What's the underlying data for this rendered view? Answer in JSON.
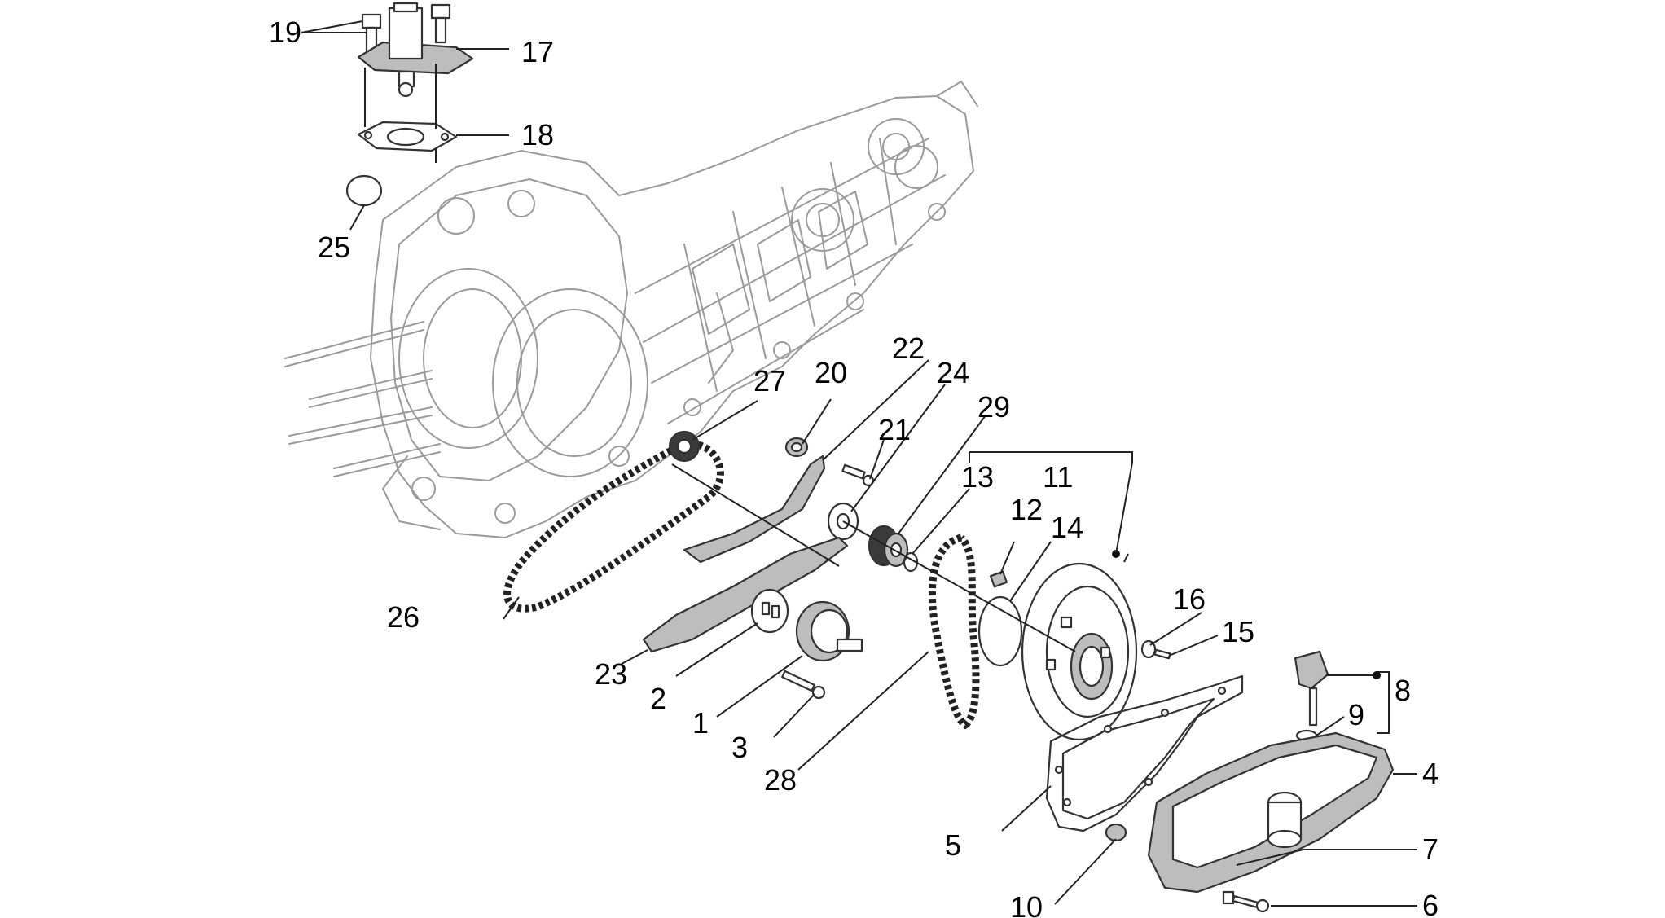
{
  "callouts": [
    {
      "id": "p19",
      "text": "19"
    },
    {
      "id": "p17",
      "text": "17"
    },
    {
      "id": "p18",
      "text": "18"
    },
    {
      "id": "p25",
      "text": "25"
    },
    {
      "id": "p27",
      "text": "27"
    },
    {
      "id": "p20",
      "text": "20"
    },
    {
      "id": "p22",
      "text": "22"
    },
    {
      "id": "p24",
      "text": "24"
    },
    {
      "id": "p21",
      "text": "21"
    },
    {
      "id": "p29",
      "text": "29"
    },
    {
      "id": "p13",
      "text": "13"
    },
    {
      "id": "p11",
      "text": "11"
    },
    {
      "id": "p12",
      "text": "12"
    },
    {
      "id": "p14",
      "text": "14"
    },
    {
      "id": "p26",
      "text": "26"
    },
    {
      "id": "p23",
      "text": "23"
    },
    {
      "id": "p2",
      "text": "2"
    },
    {
      "id": "p1",
      "text": "1"
    },
    {
      "id": "p3",
      "text": "3"
    },
    {
      "id": "p28",
      "text": "28"
    },
    {
      "id": "p16",
      "text": "16"
    },
    {
      "id": "p15",
      "text": "15"
    },
    {
      "id": "p8",
      "text": "8"
    },
    {
      "id": "p9",
      "text": "9"
    },
    {
      "id": "p4",
      "text": "4"
    },
    {
      "id": "p5",
      "text": "5"
    },
    {
      "id": "p7",
      "text": "7"
    },
    {
      "id": "p10",
      "text": "10"
    },
    {
      "id": "p6",
      "text": "6"
    }
  ]
}
